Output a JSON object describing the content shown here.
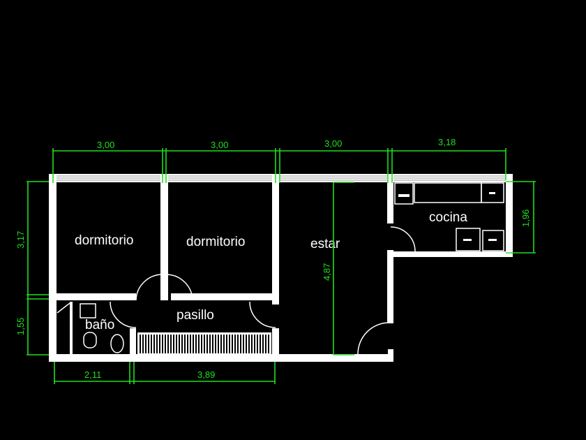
{
  "rooms": {
    "dormitorio_1": "dormitorio",
    "dormitorio_2": "dormitorio",
    "estar": "estar",
    "cocina": "cocina",
    "pasillo": "pasillo",
    "bano": "baño"
  },
  "dimensions": {
    "top_1": "3,00",
    "top_2": "3,00",
    "top_3": "3,00",
    "top_4": "3,18",
    "left_upper": "3,17",
    "left_lower": "1,55",
    "bottom_1": "2,11",
    "bottom_2": "3,89",
    "estar_height": "4,87",
    "cocina_height": "1,96"
  },
  "colors": {
    "background": "#000000",
    "walls": "#ffffff",
    "dimensions": "#1ee01e"
  }
}
